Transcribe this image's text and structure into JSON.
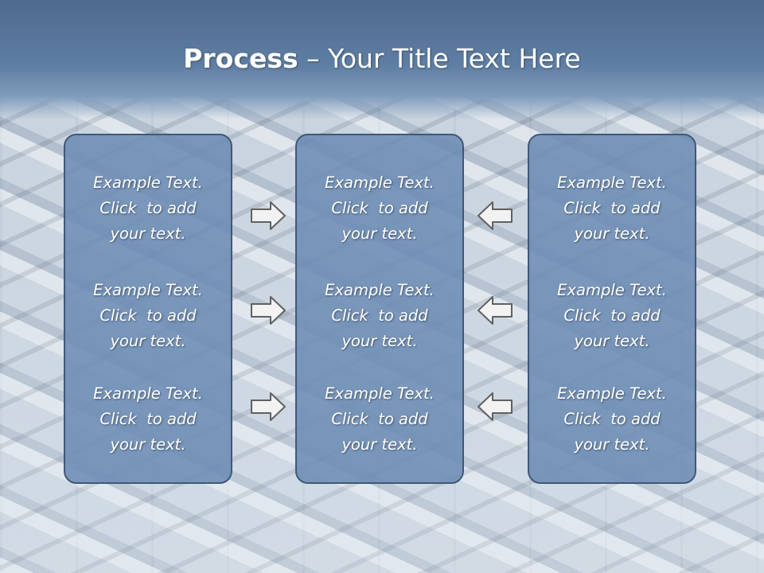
{
  "title": {
    "bold": "Process",
    "rest": " – Your Title Text Here"
  },
  "columns": [
    {
      "blocks": [
        {
          "line1": "Example Text.",
          "line2": "Click  to add",
          "line3": "your text."
        },
        {
          "line1": "Example Text.",
          "line2": "Click  to add",
          "line3": "your text."
        },
        {
          "line1": "Example Text.",
          "line2": "Click  to add",
          "line3": "your text."
        }
      ]
    },
    {
      "blocks": [
        {
          "line1": "Example Text.",
          "line2": "Click  to add",
          "line3": "your text."
        },
        {
          "line1": "Example Text.",
          "line2": "Click  to add",
          "line3": "your text."
        },
        {
          "line1": "Example Text.",
          "line2": "Click  to add",
          "line3": "your text."
        }
      ]
    },
    {
      "blocks": [
        {
          "line1": "Example Text.",
          "line2": "Click  to add",
          "line3": "your text."
        },
        {
          "line1": "Example Text.",
          "line2": "Click  to add",
          "line3": "your text."
        },
        {
          "line1": "Example Text.",
          "line2": "Click  to add",
          "line3": "your text."
        }
      ]
    }
  ],
  "arrows": {
    "left_group": "right-arrow-icon",
    "right_group": "left-arrow-icon"
  },
  "colors": {
    "header": "#5f7ea3",
    "column_fill": "#6c8cb4",
    "column_border": "#3f5877",
    "arrow_fill": "#f2f2f2",
    "arrow_stroke": "#606060"
  }
}
